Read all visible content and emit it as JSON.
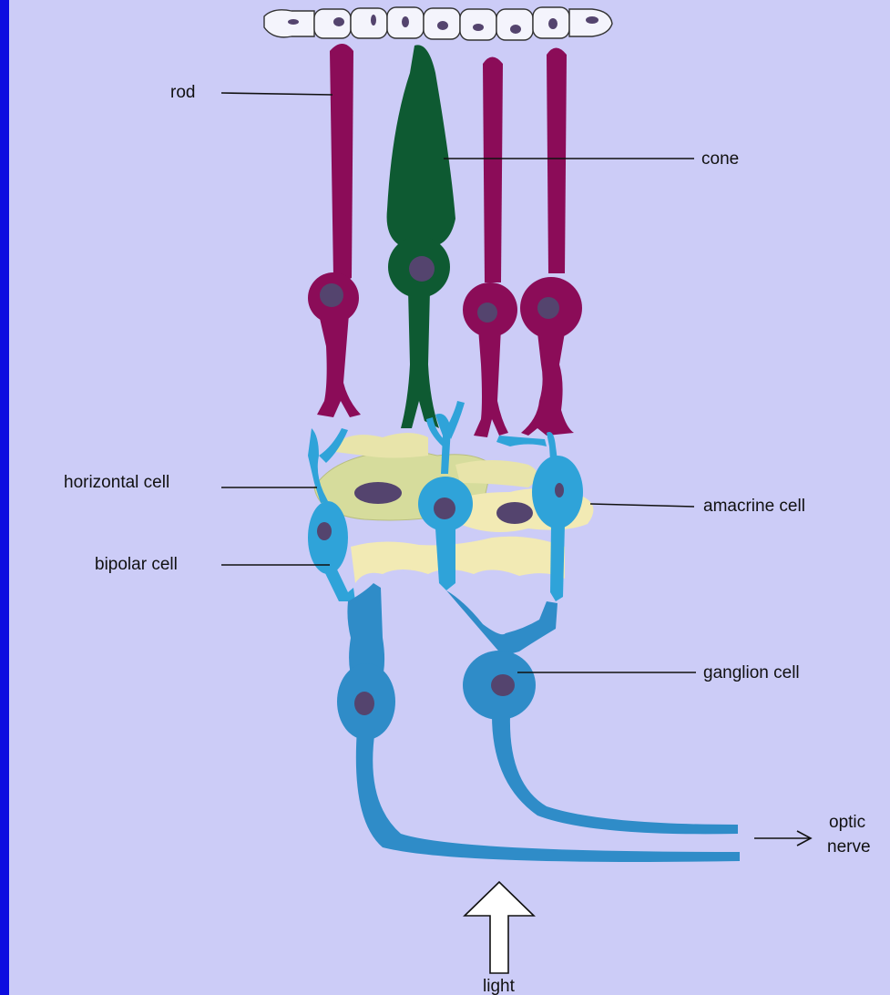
{
  "labels": {
    "rod": "rod",
    "cone": "cone",
    "horizontal_cell": "horizontal cell",
    "amacrine_cell": "amacrine cell",
    "bipolar_cell": "bipolar cell",
    "ganglion_cell": "ganglion cell",
    "optic_line1": "optic",
    "optic_line2": "nerve",
    "light": "light"
  },
  "colors": {
    "background": "#ccccf7",
    "border": "#0d0de0",
    "rod": "#8b0c58",
    "cone": "#0e5a32",
    "bipolar": "#2fa3d9",
    "ganglion": "#2f8cc8",
    "horizontal": "#d6dc9c",
    "amacrine": "#f2eab4",
    "nucleus": "#54446e"
  }
}
